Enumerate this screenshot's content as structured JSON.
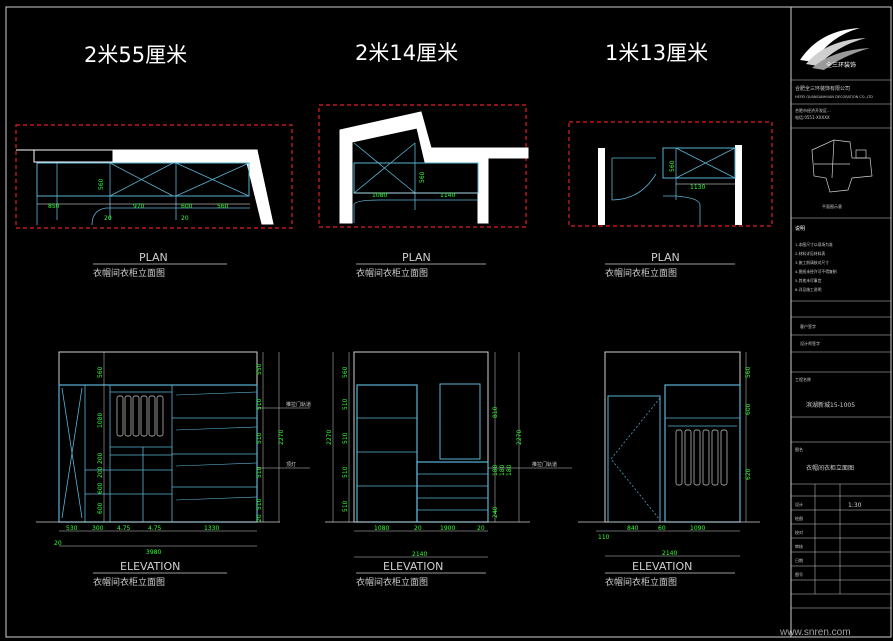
{
  "titles": {
    "left": "2米55厘米",
    "middle": "2米14厘米",
    "right": "1米13厘米"
  },
  "plan_label": "PLAN",
  "elevation_label": "ELEVATION",
  "caption": "衣帽间衣柜立面图",
  "plan_dims": {
    "left": [
      "850",
      "970",
      "600",
      "560",
      "20",
      "20"
    ],
    "left_depth": "560",
    "middle": [
      "1080",
      "1140"
    ],
    "middle_depth": "560",
    "right": [
      "1130"
    ],
    "right_depth": "560"
  },
  "elev_left": {
    "left_dims": [
      "560",
      "1080",
      "200",
      "200",
      "600",
      "600",
      "20"
    ],
    "right_dims": [
      "550",
      "510",
      "510",
      "510",
      "510",
      "20"
    ],
    "total_right": "2270",
    "bottom_dims": [
      "530",
      "300",
      "4.75",
      "4.75",
      "1330"
    ],
    "bottom_left": "20",
    "total_bottom": "3980",
    "callouts": [
      "推拉门轨道",
      "顶灯"
    ]
  },
  "elev_mid": {
    "left_dims": [
      "560",
      "510",
      "510",
      "510",
      "510"
    ],
    "total_left": "2270",
    "right_dims": [
      "810",
      "180",
      "180",
      "180",
      "240"
    ],
    "total_right": "2270",
    "bottom_dims": [
      "1080",
      "20",
      "1900",
      "20"
    ],
    "total_bottom": "2140",
    "callout": "推拉门轨道"
  },
  "elev_right": {
    "right_dims": [
      "560",
      "600",
      "620"
    ],
    "bottom_dims": [
      "110",
      "840",
      "60",
      "1090"
    ],
    "total_bottom": "2140"
  },
  "title_block": {
    "company": "全三环装饰",
    "company_full": "合肥全三环装饰有限公司",
    "company_en": "HEFEI QUANSANHUAN DECORATION CO.,LTD",
    "address": "合肥市经济开发区...",
    "phone": "电话:0551-XXXXX",
    "plan_caption": "平面图示意",
    "notes_title": "说明",
    "notes": [
      "1.本图尺寸以现场为准",
      "2.材料详见材料表",
      "3.施工前请核对尺寸",
      "4.图纸未经许可不得复制",
      "5.其他未尽事宜",
      "6.详见施工说明"
    ],
    "project_label": "工程名称",
    "project_value": "滨湖新城15-1005",
    "drawing_label": "图名",
    "drawing_value": "衣帽间衣柜立面图",
    "scale": "1:30",
    "rows": [
      "设计",
      "绘图",
      "校对",
      "审核",
      "日期",
      "图号"
    ],
    "customer_label": "客户签字",
    "designer_label": "设计师签字"
  },
  "watermark": "www.snren.com"
}
